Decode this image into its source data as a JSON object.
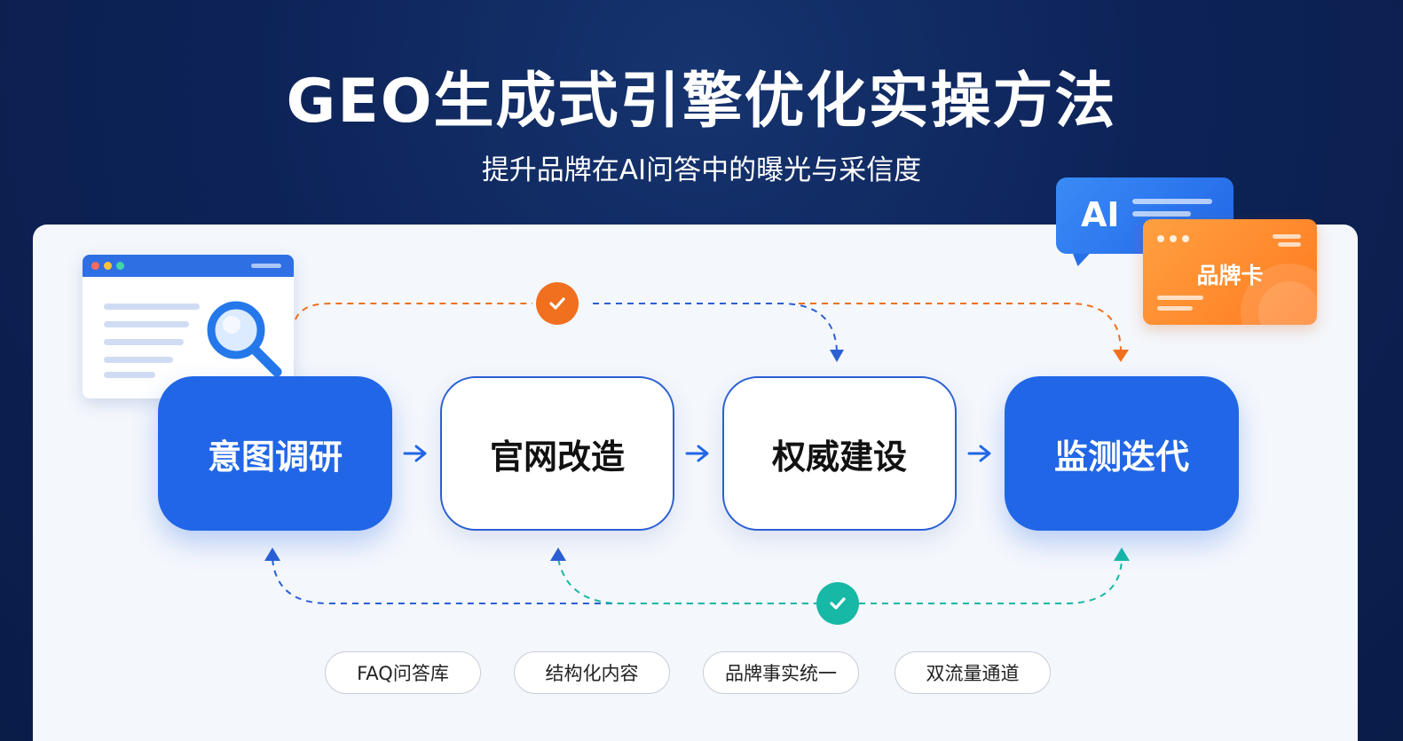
{
  "header": {
    "title": "GEO生成式引擎优化实操方法",
    "subtitle": "提升品牌在AI问答中的曝光与采信度"
  },
  "illustrations": {
    "ai_bubble_label": "AI",
    "brand_card_label": "品牌卡"
  },
  "steps": [
    {
      "label": "意图调研",
      "style": "blue"
    },
    {
      "label": "官网改造",
      "style": "white"
    },
    {
      "label": "权威建设",
      "style": "white"
    },
    {
      "label": "监测迭代",
      "style": "blue"
    }
  ],
  "tags": [
    "FAQ问答库",
    "结构化内容",
    "品牌事实统一",
    "双流量通道"
  ],
  "colors": {
    "background": "#0d2358",
    "primary_blue": "#2166e6",
    "accent_orange": "#f0701f",
    "accent_teal": "#17b8a6"
  }
}
